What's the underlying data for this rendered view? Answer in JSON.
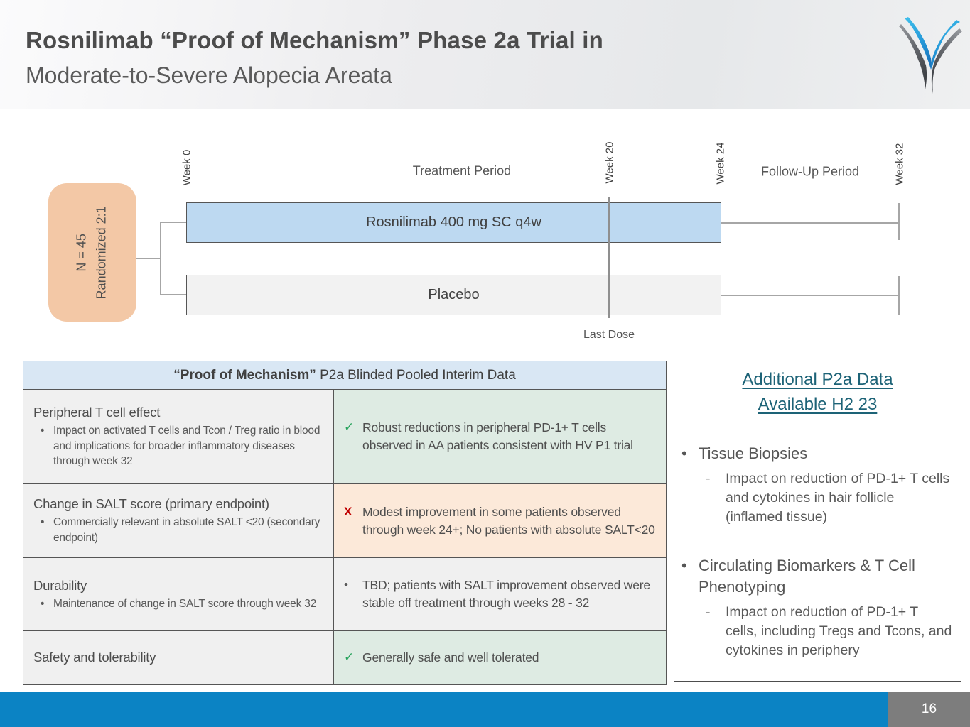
{
  "slide": {
    "title_bold": "Rosnilimab “Proof of Mechanism” Phase 2a Trial in",
    "title_regular": "Moderate-to-Severe Alopecia Areata",
    "page_number": "16"
  },
  "diagram": {
    "randomization_box": {
      "line1": "N = 45",
      "line2": "Randomized 2:1"
    },
    "week_labels": [
      "Week 0",
      "Week 20",
      "Week 24",
      "Week 32"
    ],
    "treatment_period_label": "Treatment Period",
    "followup_period_label": "Follow-Up Period",
    "arm1_label": "Rosnilimab 400 mg SC q4w",
    "arm2_label": "Placebo",
    "last_dose_label": "Last Dose"
  },
  "table": {
    "header_bold": "“Proof of Mechanism”",
    "header_regular": " P2a Blinded Pooled Interim Data",
    "rows": [
      {
        "title": "Peripheral T cell effect",
        "bullets": [
          "Impact on activated T cells and Tcon / Treg ratio in blood and implications for broader inflammatory diseases through week 32"
        ],
        "result_icon": "check",
        "result_text": "Robust reductions in peripheral PD-1+ T cells observed in AA patients consistent with HV P1 trial",
        "result_bg": "green",
        "height": 132
      },
      {
        "title": "Change in SALT score (primary endpoint)",
        "bullets": [
          "Commercially relevant in absolute SALT <20 (secondary endpoint)"
        ],
        "result_icon": "x",
        "result_text": "Modest improvement in some patients observed through week 24+; No patients with absolute SALT<20",
        "result_bg": "peach",
        "height": 103
      },
      {
        "title": "Durability",
        "bullets": [
          "Maintenance of change in SALT score through week 32"
        ],
        "result_icon": "bullet",
        "result_text": "TBD; patients with SALT improvement observed were stable off treatment through weeks 28 - 32",
        "result_bg": "gray",
        "height": 102
      },
      {
        "title": "Safety and tolerability",
        "bullets": [],
        "result_icon": "check",
        "result_text": "Generally safe and well tolerated",
        "result_bg": "green",
        "height": 75
      }
    ]
  },
  "side_panel": {
    "title_line1": "Additional P2a Data",
    "title_line2": "Available H2 23",
    "items": [
      {
        "label": "Tissue Biopsies",
        "sub": "Impact on reduction of PD-1+ T cells and cytokines in hair follicle (inflamed tissue)"
      },
      {
        "label": "Circulating Biomarkers & T Cell Phenotyping",
        "sub": "Impact on reduction of PD-1+ T cells, including Tregs and Tcons, and cytokines in periphery"
      }
    ]
  },
  "icons": {
    "check": "✓",
    "x": "X",
    "bullet": "•"
  },
  "colors": {
    "footer_blue": "#0b83c4",
    "footer_gray": "#7d7d7d",
    "bar_blue": "#bdd9f1",
    "bar_gray": "#f2f2f2",
    "randomization_peach": "#f3c8a6",
    "table_header_blue": "#d9e7f4",
    "result_green": "#deebe3",
    "result_peach": "#fce9d9",
    "result_gray": "#f0f0f0",
    "check_green": "#27a35c",
    "x_red": "#c00000",
    "panel_title_teal": "#1d6377",
    "logo_blue": "#2fb3e3",
    "logo_gray": "#9b9ea3",
    "logo_dark": "#45484d"
  }
}
